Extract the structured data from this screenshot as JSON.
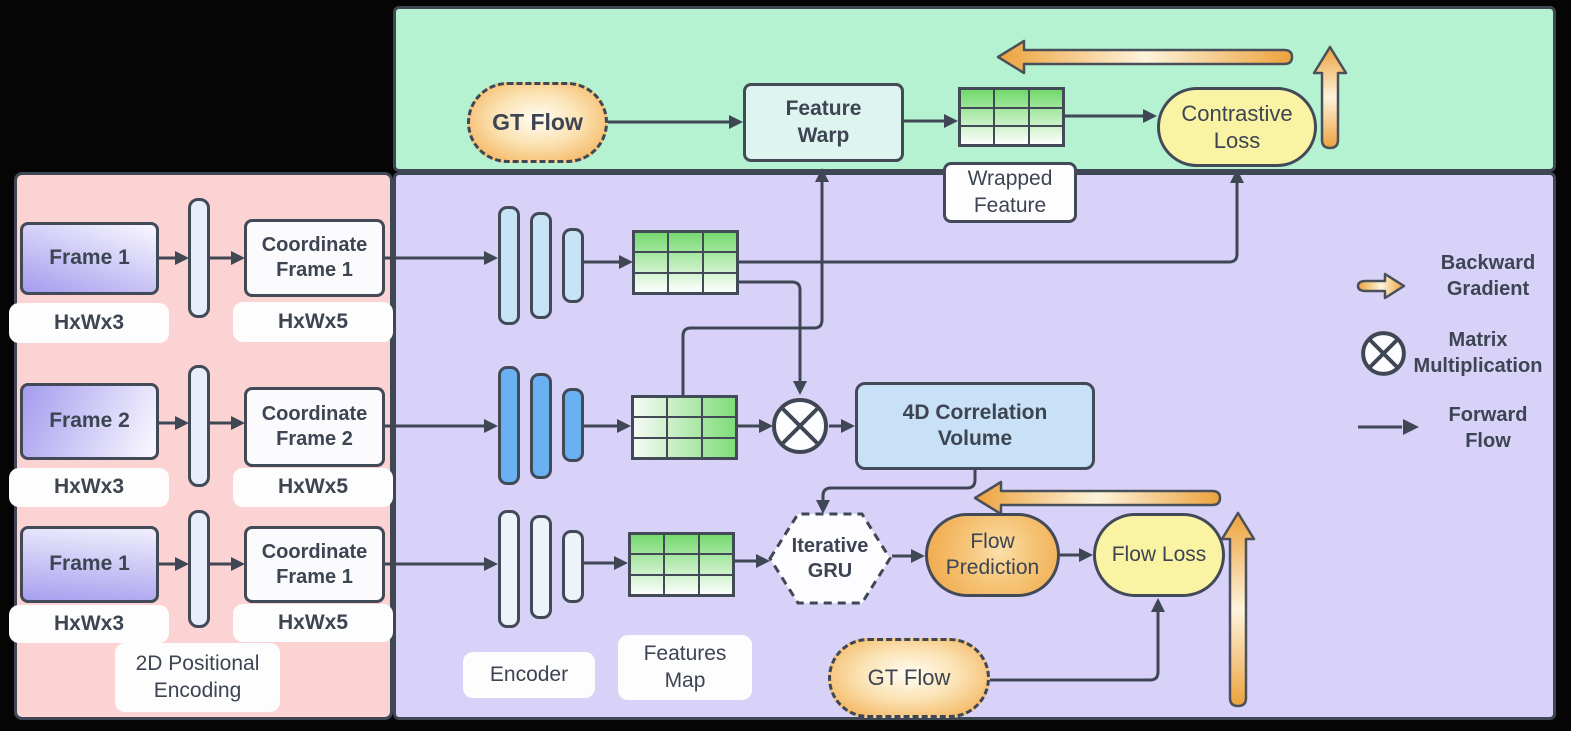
{
  "colors": {
    "background": "#000000",
    "panel_green": "#b4f2d2",
    "panel_purple": "#d8d2f8",
    "panel_pink": "#fbd3d3",
    "stroke": "#414a58",
    "grid_green": "#74d96d",
    "encoder_blue_light": "#c8e3f8",
    "encoder_blue": "#6ab1f4",
    "encoder_white": "#eef2fa",
    "orange_accent": "#f0a845",
    "loss_yellow": "#f9f3a3",
    "correlation_blue": "#c9e1f7",
    "feature_warp_cyan": "#def4ef"
  },
  "pink_panel": {
    "rows": [
      {
        "frame": "Frame 1",
        "coordinate": "Coordinate Frame 1",
        "input_dim": "HxWx3",
        "output_dim": "HxWx5"
      },
      {
        "frame": "Frame 2",
        "coordinate": "Coordinate Frame 2",
        "input_dim": "HxWx3",
        "output_dim": "HxWx5"
      },
      {
        "frame": "Frame 1",
        "coordinate": "Coordinate Frame 1",
        "input_dim": "HxWx3",
        "output_dim": "HxWx5"
      }
    ],
    "positional_encoding_label": "2D Positional Encoding"
  },
  "top_branch": {
    "gt_flow": "GT Flow",
    "feature_warp": "Feature Warp",
    "wrapped_feature": "Wrapped Feature",
    "contrastive_loss": "Contrastive Loss"
  },
  "main_branch": {
    "encoder_label": "Encoder",
    "features_map_label": "Features Map",
    "correlation_volume": "4D Correlation Volume",
    "iterative_gru": "Iterative GRU",
    "flow_prediction": "Flow Prediction",
    "flow_loss": "Flow Loss",
    "gt_flow": "GT Flow"
  },
  "legend": {
    "backward_gradient": "Backward Gradient",
    "matrix_multiplication": "Matrix Multiplication",
    "forward_flow": "Forward Flow"
  }
}
